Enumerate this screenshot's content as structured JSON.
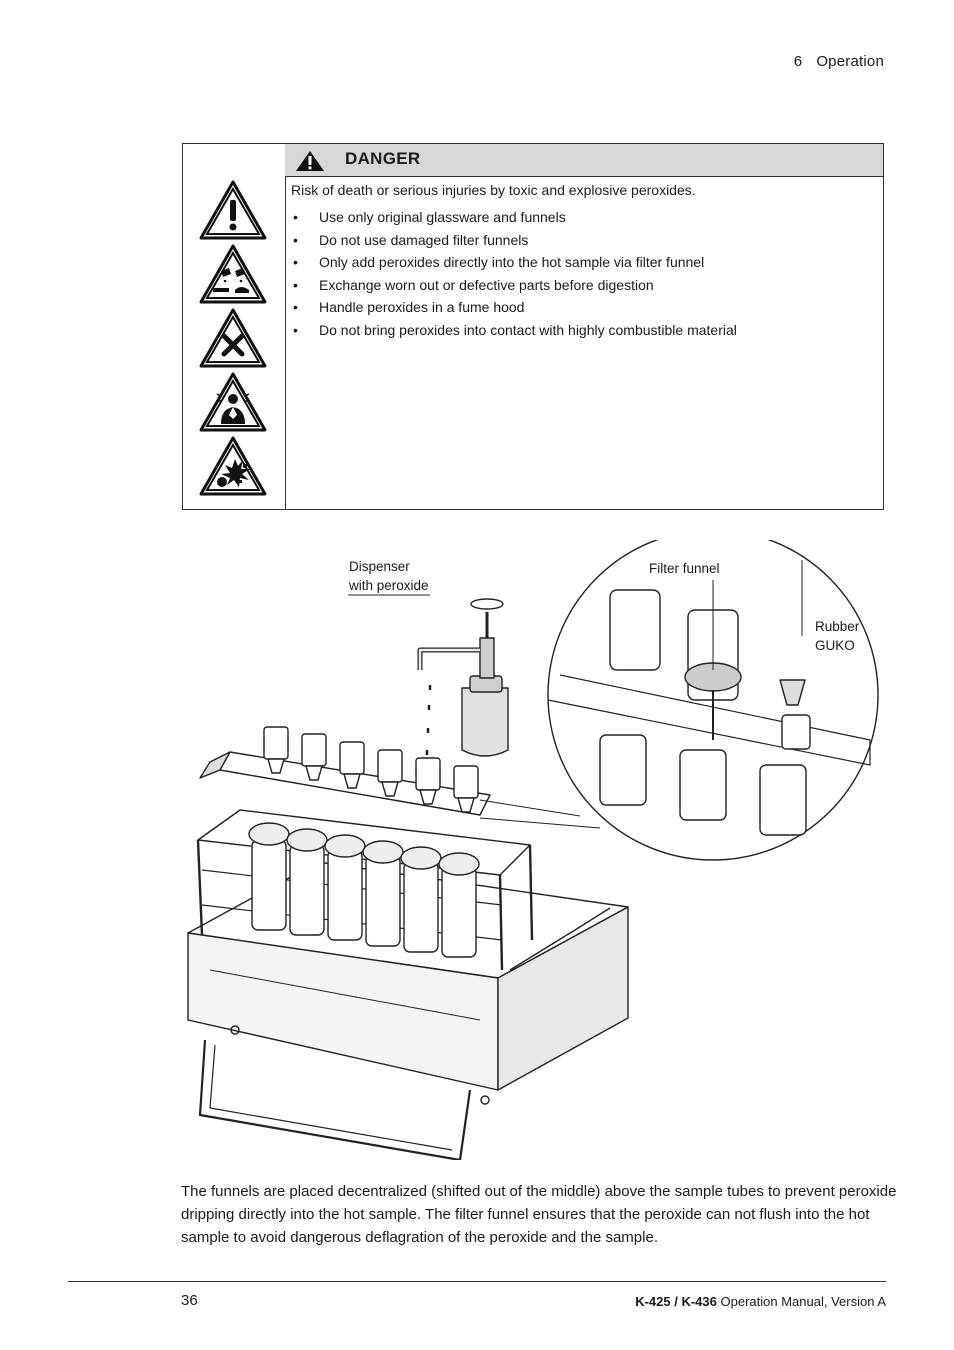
{
  "header": {
    "chapter_number": "6",
    "chapter_title": "Operation"
  },
  "danger": {
    "title": "DANGER",
    "lead": "Risk of death or serious injuries by toxic and explosive peroxides.",
    "bullet_glyph": "•",
    "items": [
      "Use only original glassware and funnels",
      "Do not use damaged filter funnels",
      "Only add peroxides directly into the hot sample via filter funnel",
      "Exchange worn out or defective parts before digestion",
      "Handle peroxides in a fume hood",
      "Do not bring peroxides into contact with highly combustible material"
    ],
    "icons": [
      "warning-exclamation-icon",
      "corrosive-icon",
      "harmful-irritant-icon",
      "respiratory-hazard-icon",
      "explosive-icon"
    ]
  },
  "figure": {
    "labels": {
      "dispenser_line1": "Dispenser",
      "dispenser_line2": "with peroxide",
      "filter_funnel": "Filter funnel",
      "rubber_line1": "Rubber",
      "rubber_line2": "GUKO"
    }
  },
  "caption": "The funnels are placed decentralized (shifted out of the middle) above the sample tubes to prevent peroxide dripping directly into the hot sample. The filter funnel ensures that the peroxide can not flush into the hot sample to avoid dangerous deflagration of the peroxide and the sample.",
  "footer": {
    "page_number": "36",
    "model": "K-425 / K-436",
    "manual": "Operation Manual, Version A"
  }
}
